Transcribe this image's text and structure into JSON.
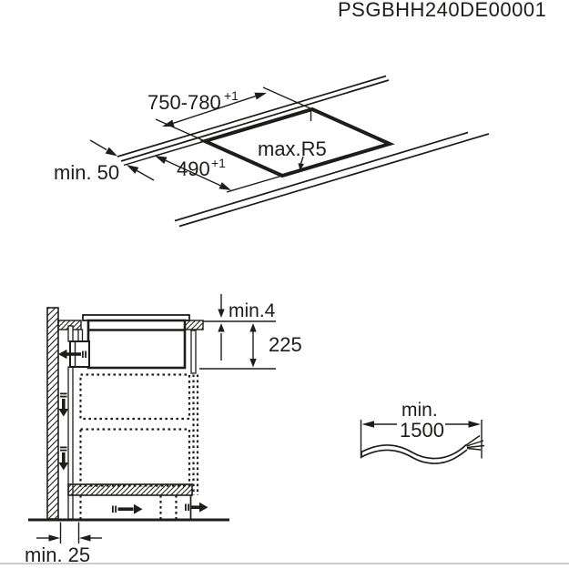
{
  "page": {
    "title": "PSGBHH240DE00001",
    "background": "#ffffff",
    "ink": "#1d1d1b"
  },
  "plan_view": {
    "description": "worktop cutout plan (isometric)",
    "cutout_width": "750-780",
    "cutout_width_sup": "+1",
    "cutout_depth": "490",
    "cutout_depth_sup": "+1",
    "edge_clearance": "min. 50",
    "corner_radius": "max.R5"
  },
  "section_view": {
    "description": "installation cross-section",
    "gap_above": "min.4",
    "appliance_depth": "225",
    "wall_clearance": "min. 25"
  },
  "cable": {
    "min_label": "min.",
    "length": "1500"
  }
}
